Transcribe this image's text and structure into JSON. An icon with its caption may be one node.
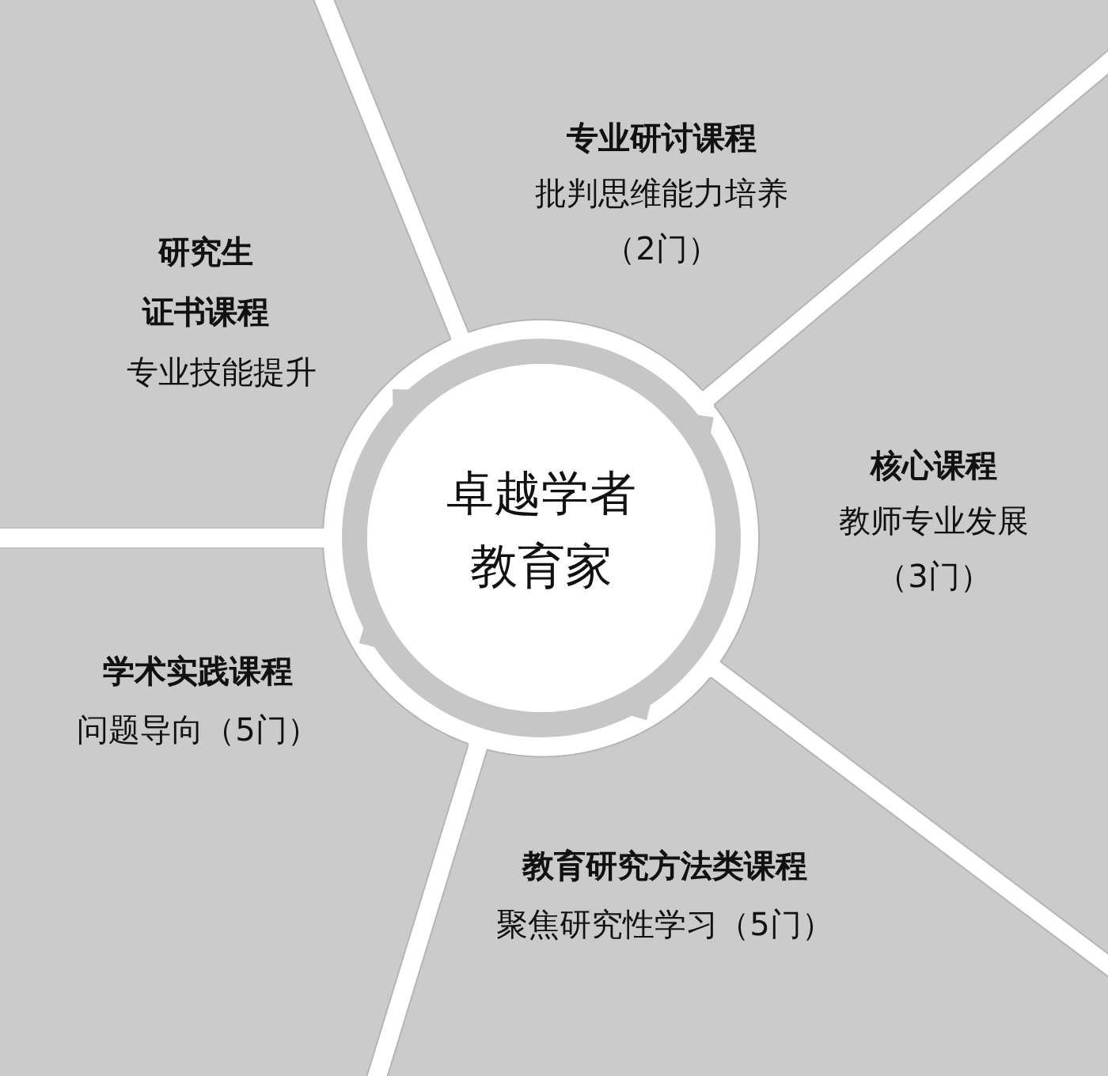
{
  "diagram": {
    "nodes": [
      {
        "text": [
          "专业研讨课程",
          "批判思维能力培养（2门）"
        ]
      },
      {
        "text": [
          "核心课程",
          "教师专业发展（3门）"
        ]
      },
      {
        "text": [
          "教育研究方法类课程",
          "聚焦研究性学习（5门）"
        ]
      },
      {
        "text": [
          "学术实践课程",
          "问题导向（5门）"
        ]
      },
      {
        "text": [
          "研究生",
          "证书课程",
          "专业技能提升"
        ]
      },
      {
        "text": [
          "卓越学者教育家"
        ]
      }
    ]
  }
}
